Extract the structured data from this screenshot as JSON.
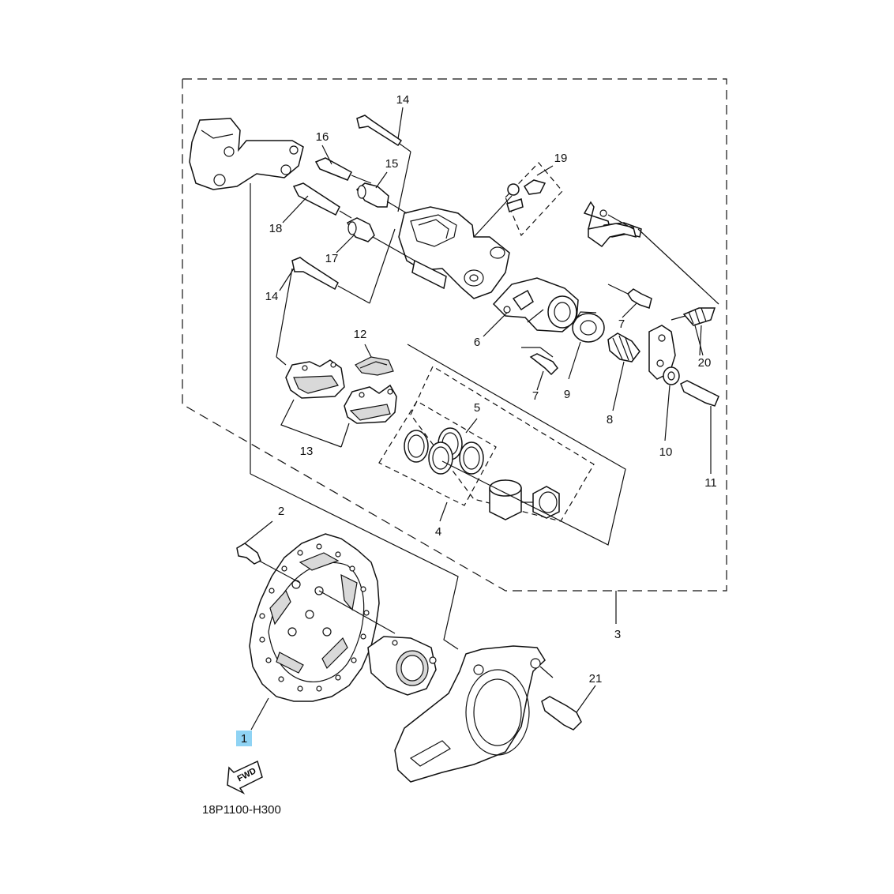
{
  "diagram_code": "18P1100-H300",
  "fwd_label": "FWD",
  "highlight_color": "#8fd3f4",
  "callouts": {
    "c1": "1",
    "c2": "2",
    "c3": "3",
    "c4": "4",
    "c5": "5",
    "c6": "6",
    "c7a": "7",
    "c7b": "7",
    "c8": "8",
    "c9": "9",
    "c10": "10",
    "c11": "11",
    "c12": "12",
    "c13": "13",
    "c14a": "14",
    "c14b": "14",
    "c15": "15",
    "c16": "16",
    "c17": "17",
    "c18": "18",
    "c19": "19",
    "c20": "20",
    "c21": "21"
  }
}
